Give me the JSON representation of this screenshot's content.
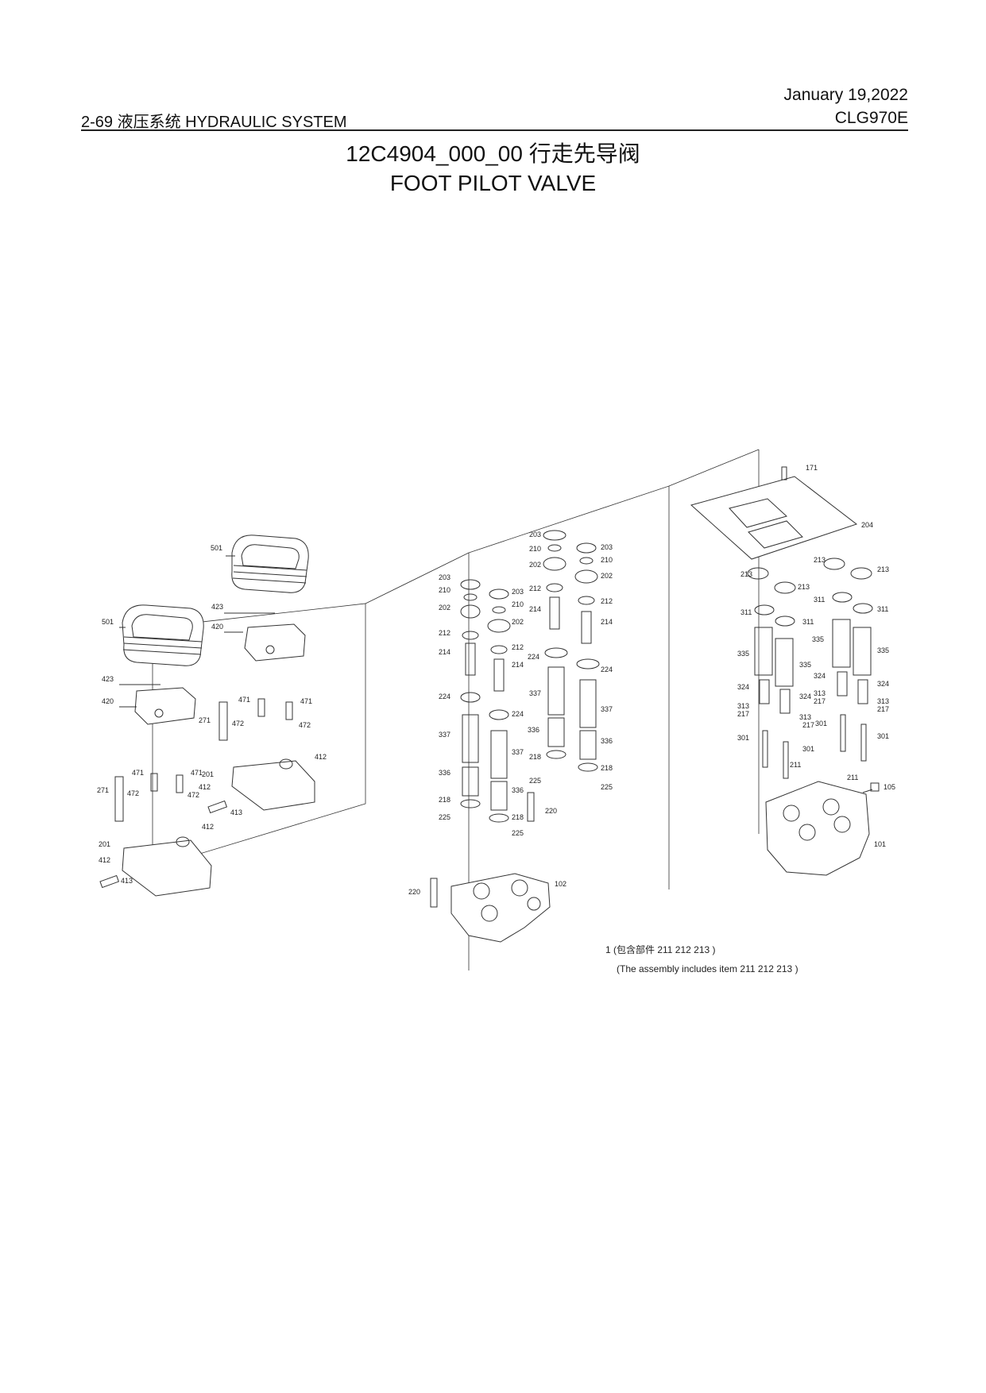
{
  "header": {
    "date": "January 19,2022",
    "page_section": "2-69   液压系统  HYDRAULIC SYSTEM",
    "model": "CLG970E"
  },
  "title": {
    "code_cn": "12C4904_000_00  行走先导阀",
    "en": "FOOT PILOT VALVE"
  },
  "note": {
    "line1": "1   (包含部件    211    212    213  )",
    "line2": "(The assembly includes item     211    212    213  )"
  },
  "labels": {
    "l501": "501",
    "l423": "423",
    "l420": "420",
    "l471": "471",
    "l472": "472",
    "l271": "271",
    "l201": "201",
    "l412": "412",
    "l413": "413",
    "l203": "203",
    "l210": "210",
    "l202": "202",
    "l212": "212",
    "l214": "214",
    "l224": "224",
    "l337": "337",
    "l336": "336",
    "l218": "218",
    "l225": "225",
    "l220": "220",
    "l102": "102",
    "l171": "171",
    "l204": "204",
    "l213": "213",
    "l311": "311",
    "l335": "335",
    "l324": "324",
    "l313": "313",
    "l217": "217",
    "l301": "301",
    "l211": "211",
    "l105": "105",
    "l101": "101"
  }
}
